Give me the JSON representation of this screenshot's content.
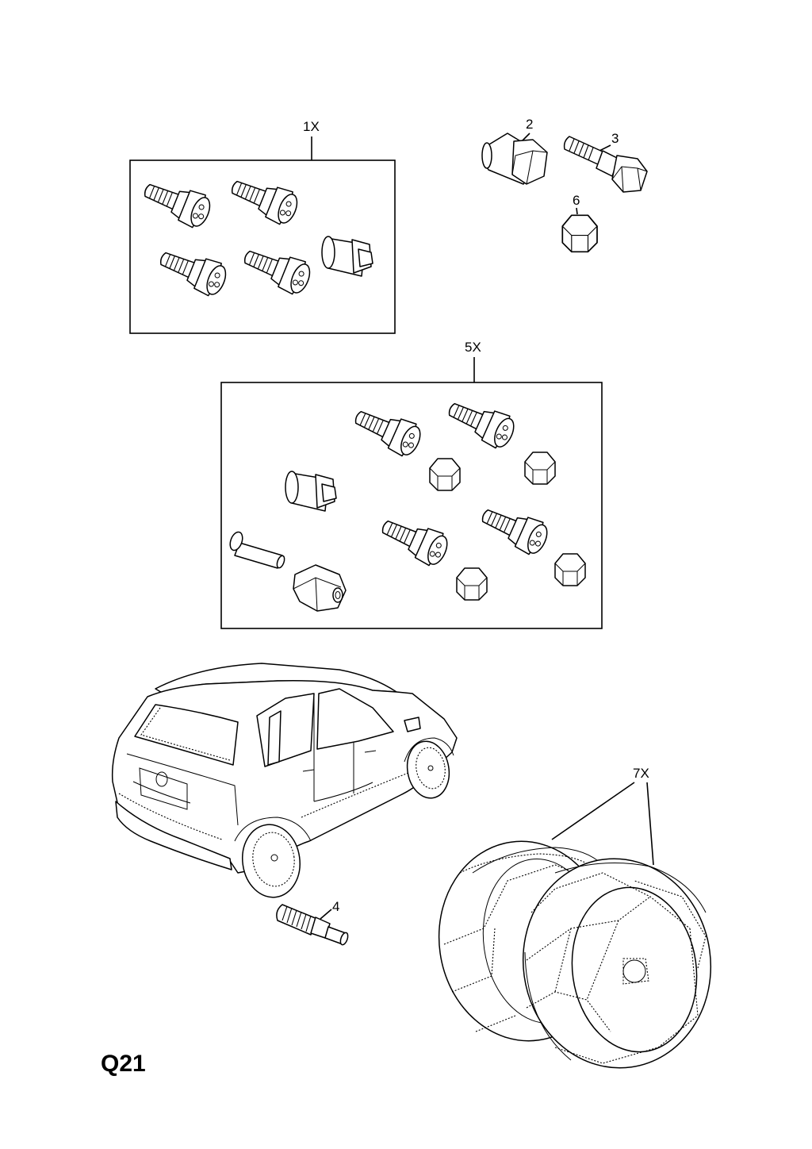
{
  "callouts": {
    "set_1": "1X",
    "nut_2": "2",
    "bolt_3": "3",
    "valve_4": "4",
    "set_5": "5X",
    "nut_6": "6",
    "chains_7": "7X"
  },
  "page_code": "Q21"
}
